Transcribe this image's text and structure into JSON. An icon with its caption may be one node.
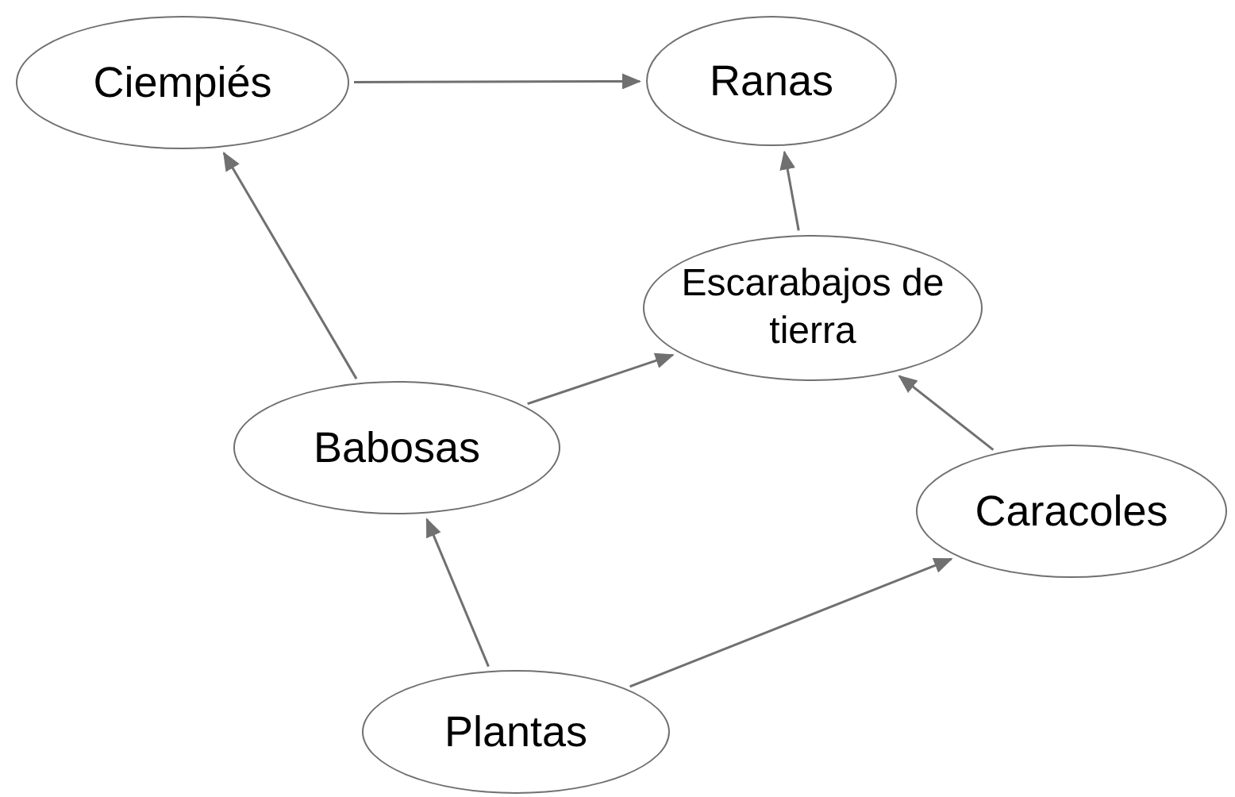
{
  "diagram": {
    "nodes": [
      {
        "text": [
          "Ciempiés"
        ]
      },
      {
        "text": [
          "Ranas"
        ]
      },
      {
        "text": [
          "Escarabajos de tierra"
        ]
      },
      {
        "text": [
          "Babosas"
        ]
      },
      {
        "text": [
          "Caracoles"
        ]
      },
      {
        "text": [
          "Plantas"
        ]
      }
    ],
    "edges": [
      {
        "from": 0,
        "to": 1,
        "arrow": "to"
      },
      {
        "from": 2,
        "to": 1,
        "arrow": "to"
      },
      {
        "from": 3,
        "to": 0,
        "arrow": "to"
      },
      {
        "from": 3,
        "to": 2,
        "arrow": "to"
      },
      {
        "from": 4,
        "to": 2,
        "arrow": "to"
      },
      {
        "from": 5,
        "to": 3,
        "arrow": "to"
      },
      {
        "from": 5,
        "to": 4,
        "arrow": "to"
      }
    ]
  }
}
